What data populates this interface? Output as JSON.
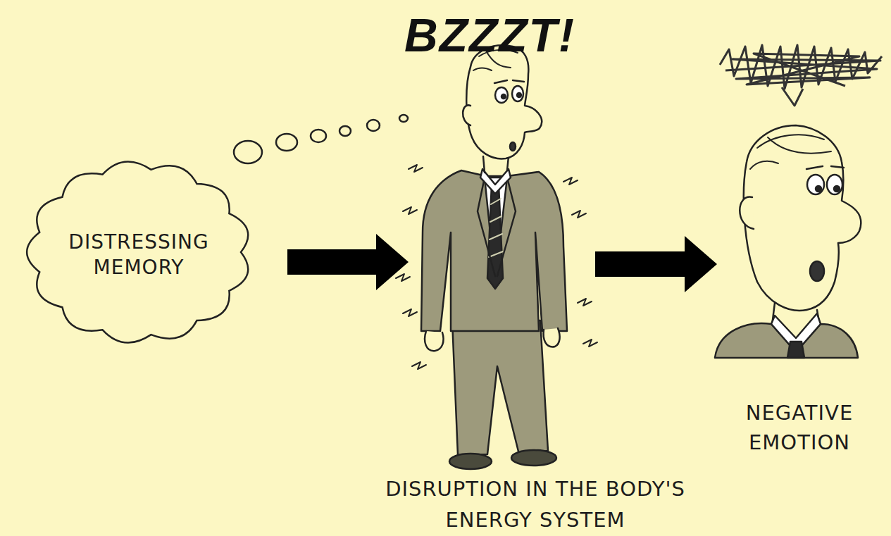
{
  "diagram": {
    "nodes": [
      {
        "text": [
          "DISTRESSING MEMORY"
        ]
      },
      {
        "text": [
          "DISRUPTION IN THE BODY'S ENERGY SYSTEM"
        ]
      },
      {
        "text": [
          "NEGATIVE EMOTION"
        ]
      }
    ],
    "edges": [
      {
        "from": 0,
        "to": 1,
        "arrow": "to"
      },
      {
        "from": 1,
        "to": 2,
        "arrow": "to"
      }
    ],
    "labels": [
      "BZZZT!"
    ]
  }
}
